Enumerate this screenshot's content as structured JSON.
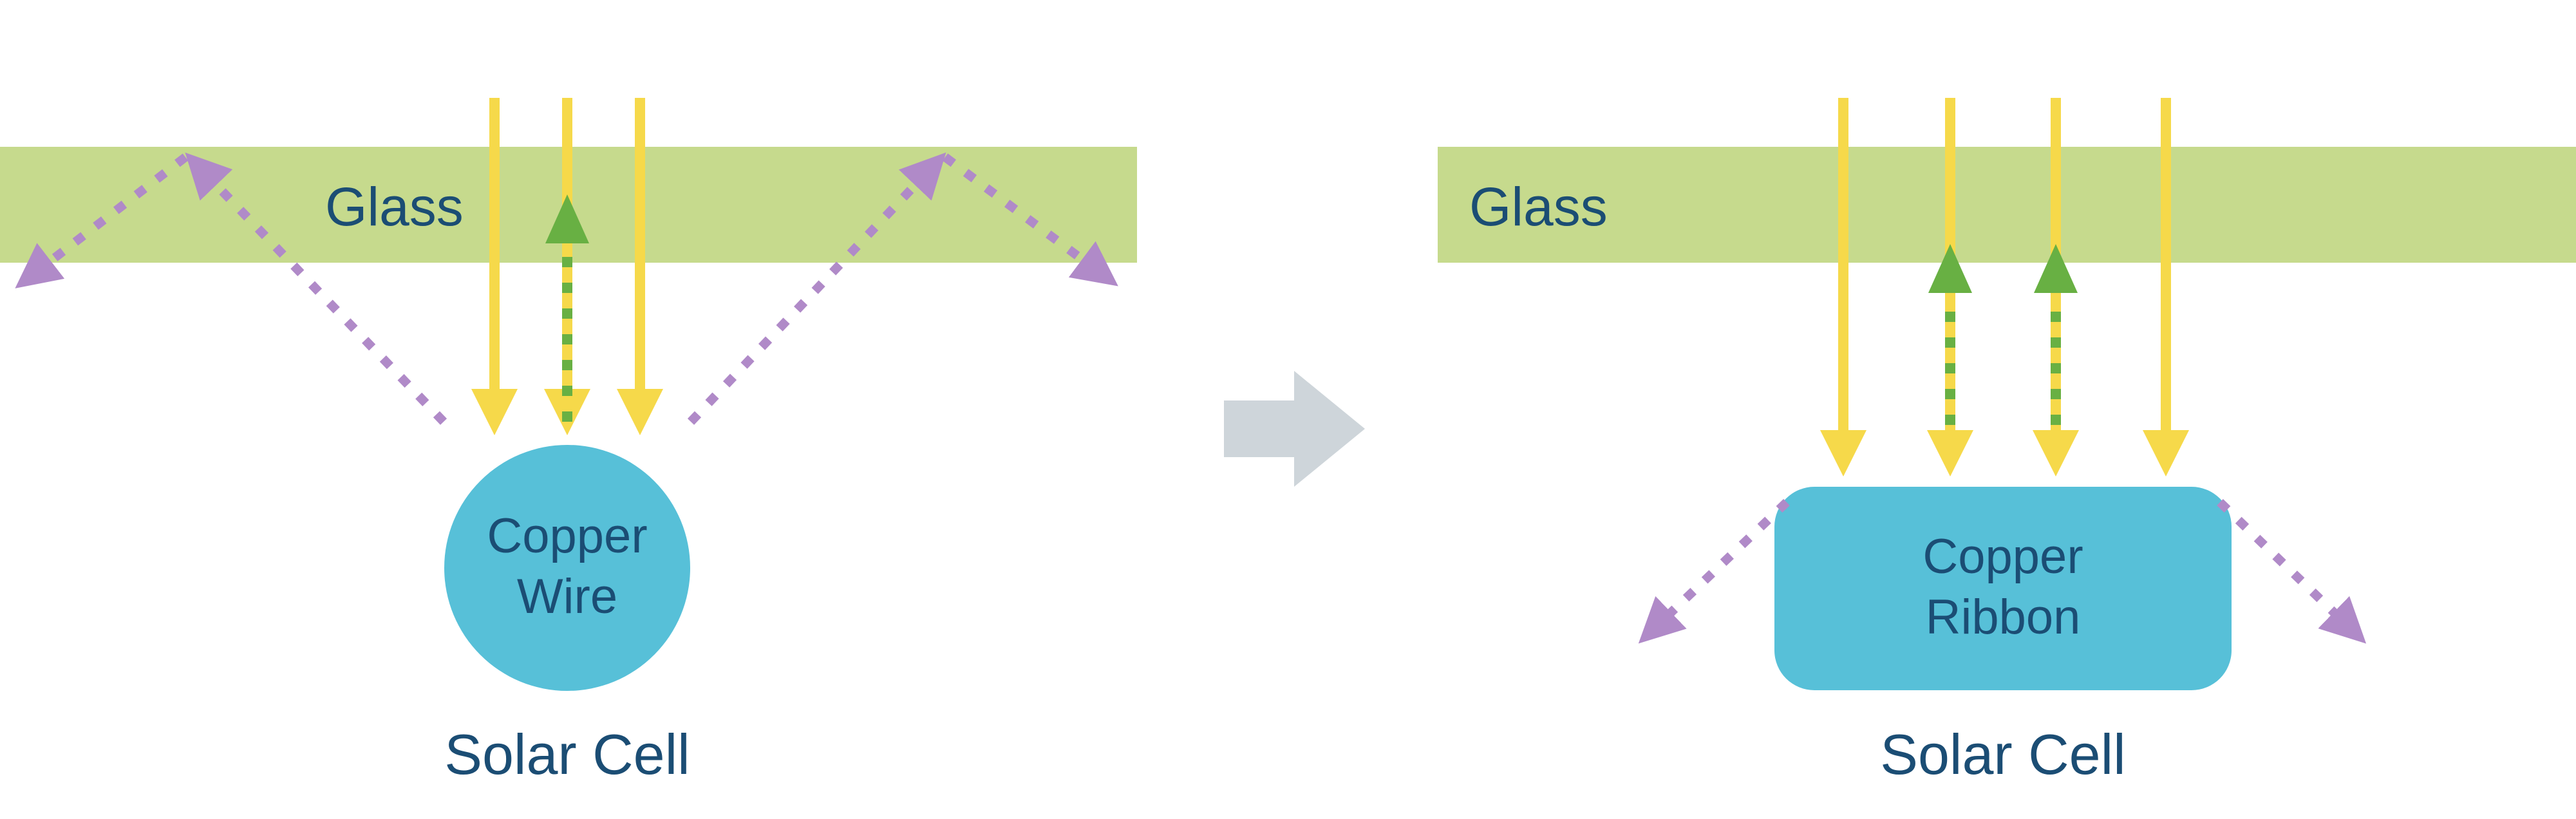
{
  "diagram": {
    "type": "solar-cell-interconnect-comparison",
    "colors": {
      "glass_green": "#c6da8d",
      "sunlight_yellow": "#f6d94a",
      "reflection_green": "#68b043",
      "scatter_purple": "#b08ac8",
      "copper_blue": "#57c0d8",
      "label_navy": "#1b4d74",
      "transition_gray": "#ced5da"
    },
    "left_panel": {
      "glass_label": "Glass",
      "copper_label_line1": "Copper",
      "copper_label_line2": "Wire",
      "cell_label": "Solar Cell"
    },
    "right_panel": {
      "glass_label": "Glass",
      "copper_label_line1": "Copper",
      "copper_label_line2": "Ribbon",
      "cell_label": "Solar Cell"
    }
  }
}
